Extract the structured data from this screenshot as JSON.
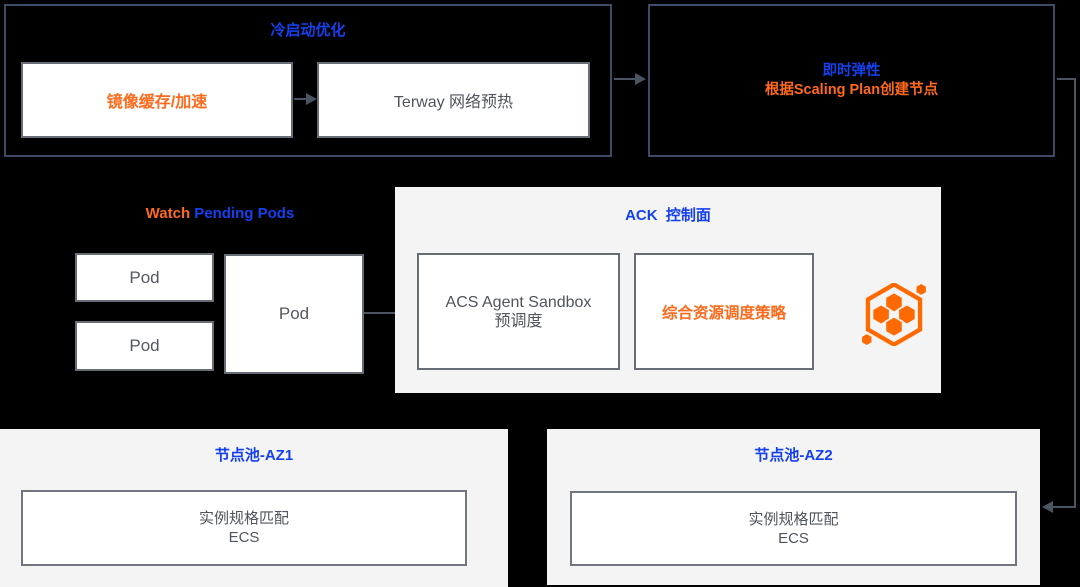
{
  "colors": {
    "page_bg": "#000000",
    "container_border": "#3d4b66",
    "panel_bg": "#f4f4f5",
    "box_border": "#676c75",
    "blue": "#1540ee",
    "orange": "#ff6a1c",
    "arrow": "#4b5462"
  },
  "cold_start": {
    "title": "冷启动优化",
    "image_cache_label": "镜像缓存/加速",
    "terway_label": "Terway 网络预热"
  },
  "instant_elastic": {
    "title": "即时弹性",
    "subtitle": "根据Scaling Plan创建节点"
  },
  "watch": {
    "prefix": "Watch ",
    "suffix": "Pending Pods"
  },
  "pods": {
    "small1": "Pod",
    "small2": "Pod",
    "large": "Pod"
  },
  "control_plane": {
    "title": "ACK  控制面",
    "sandbox_line1": "ACS Agent Sandbox",
    "sandbox_line2": "预调度",
    "strategy_label": "综合资源调度策略",
    "icon": "ack-hexagon-icon"
  },
  "node_pools": [
    {
      "title": "节点池-AZ1",
      "box_line1": "实例规格匹配",
      "box_line2": "ECS"
    },
    {
      "title": "节点池-AZ2",
      "box_line1": "实例规格匹配",
      "box_line2": "ECS"
    }
  ]
}
